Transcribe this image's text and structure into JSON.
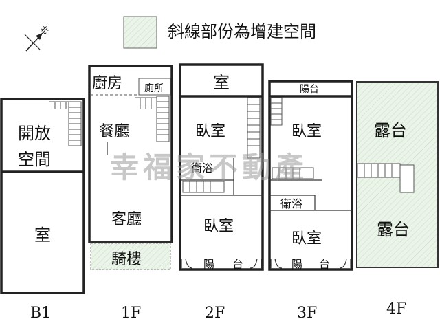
{
  "legend": {
    "text": "斜線部份為增建空間",
    "swatch_color": "#e8f3e6"
  },
  "compass": {
    "label": "北",
    "icon": "north-arrow-icon"
  },
  "watermark": "幸福家不動產",
  "floors": {
    "b1": {
      "label": "B1",
      "rooms": {
        "open_space_1": "開放",
        "open_space_2": "空間",
        "room": "室"
      }
    },
    "f1": {
      "label": "1F",
      "rooms": {
        "kitchen": "廚房",
        "toilet": "廁所",
        "dining": "餐廳",
        "living": "客廳",
        "arcade": "騎樓"
      }
    },
    "f2": {
      "label": "2F",
      "rooms": {
        "room": "室",
        "bedroom_1": "臥室",
        "bath": "衛浴",
        "bedroom_2": "臥室",
        "balcony_1": "陽",
        "balcony_2": "台"
      }
    },
    "f3": {
      "label": "3F",
      "rooms": {
        "balcony_top": "陽台",
        "bedroom_1": "臥室",
        "bath": "衛浴",
        "bedroom_2": "臥室",
        "balcony_1": "陽",
        "balcony_2": "台"
      }
    },
    "f4": {
      "label": "4F",
      "rooms": {
        "terrace_1": "露台",
        "terrace_2": "露台"
      }
    }
  },
  "colors": {
    "addition_fill": "#e8f3e6",
    "wall": "#222222"
  }
}
